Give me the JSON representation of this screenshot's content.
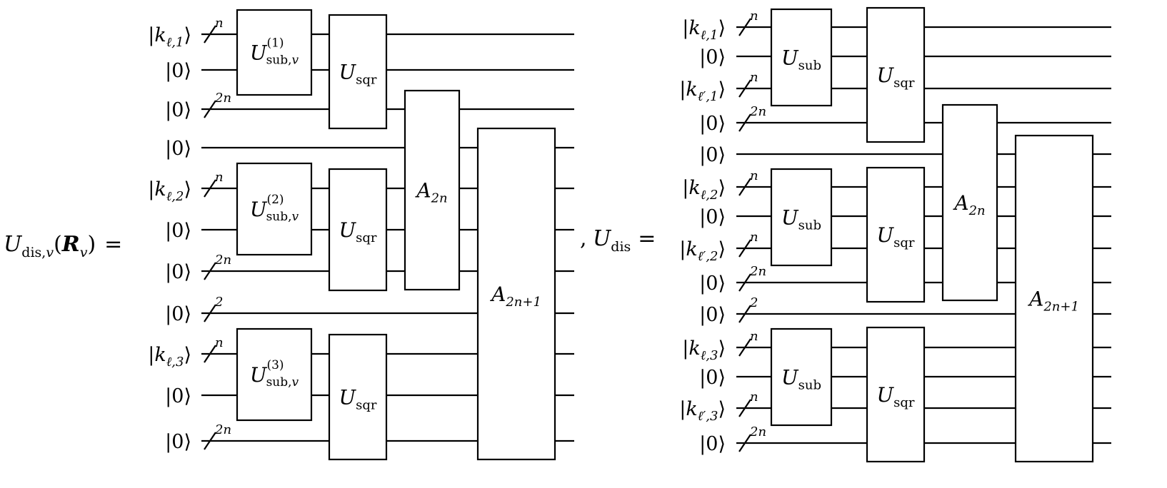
{
  "left": {
    "lhs": {
      "main": "U",
      "sub": "dis,",
      "subv": "v",
      "open": "(",
      "arg": "R",
      "argsub": "v",
      "close": ")",
      "eq": "="
    },
    "inputs": [
      {
        "ket": "k",
        "sub": "ℓ,1",
        "bundle": "n"
      },
      {
        "ket": "0",
        "sub": "",
        "bundle": ""
      },
      {
        "ket": "0",
        "sub": "",
        "bundle": "2n"
      },
      {
        "ket": "0",
        "sub": "",
        "bundle": ""
      },
      {
        "ket": "k",
        "sub": "ℓ,2",
        "bundle": "n"
      },
      {
        "ket": "0",
        "sub": "",
        "bundle": ""
      },
      {
        "ket": "0",
        "sub": "",
        "bundle": "2n"
      },
      {
        "ket": "0",
        "sub": "",
        "bundle": "2"
      },
      {
        "ket": "k",
        "sub": "ℓ,3",
        "bundle": "n"
      },
      {
        "ket": "0",
        "sub": "",
        "bundle": ""
      },
      {
        "ket": "0",
        "sub": "",
        "bundle": "2n"
      }
    ],
    "gates": [
      {
        "main": "U",
        "sup": "(1)",
        "sub": "sub,",
        "subv": "v"
      },
      {
        "main": "U",
        "sup": "(2)",
        "sub": "sub,",
        "subv": "v"
      },
      {
        "main": "U",
        "sup": "(3)",
        "sub": "sub,",
        "subv": "v"
      },
      {
        "main": "U",
        "sub": "sqr"
      },
      {
        "main": "U",
        "sub": "sqr"
      },
      {
        "main": "U",
        "sub": "sqr"
      },
      {
        "main": "A",
        "sub": "2n"
      },
      {
        "main": "A",
        "sub": "2n+1"
      }
    ]
  },
  "separator": ",",
  "right": {
    "lhs": {
      "main": "U",
      "sub": "dis",
      "eq": "="
    },
    "inputs": [
      {
        "ket": "k",
        "sub": "ℓ,1",
        "bundle": "n"
      },
      {
        "ket": "0",
        "sub": "",
        "bundle": ""
      },
      {
        "ket": "k",
        "sub": "ℓ′,1",
        "bundle": "n"
      },
      {
        "ket": "0",
        "sub": "",
        "bundle": "2n"
      },
      {
        "ket": "0",
        "sub": "",
        "bundle": ""
      },
      {
        "ket": "k",
        "sub": "ℓ,2",
        "bundle": "n"
      },
      {
        "ket": "0",
        "sub": "",
        "bundle": ""
      },
      {
        "ket": "k",
        "sub": "ℓ′,2",
        "bundle": "n"
      },
      {
        "ket": "0",
        "sub": "",
        "bundle": "2n"
      },
      {
        "ket": "0",
        "sub": "",
        "bundle": "2"
      },
      {
        "ket": "k",
        "sub": "ℓ,3",
        "bundle": "n"
      },
      {
        "ket": "0",
        "sub": "",
        "bundle": ""
      },
      {
        "ket": "k",
        "sub": "ℓ′,3",
        "bundle": "n"
      },
      {
        "ket": "0",
        "sub": "",
        "bundle": "2n"
      }
    ],
    "gates": [
      {
        "main": "U",
        "sub": "sub"
      },
      {
        "main": "U",
        "sub": "sub"
      },
      {
        "main": "U",
        "sub": "sub"
      },
      {
        "main": "U",
        "sub": "sqr"
      },
      {
        "main": "U",
        "sub": "sqr"
      },
      {
        "main": "U",
        "sub": "sqr"
      },
      {
        "main": "A",
        "sub": "2n"
      },
      {
        "main": "A",
        "sub": "2n+1"
      }
    ]
  }
}
